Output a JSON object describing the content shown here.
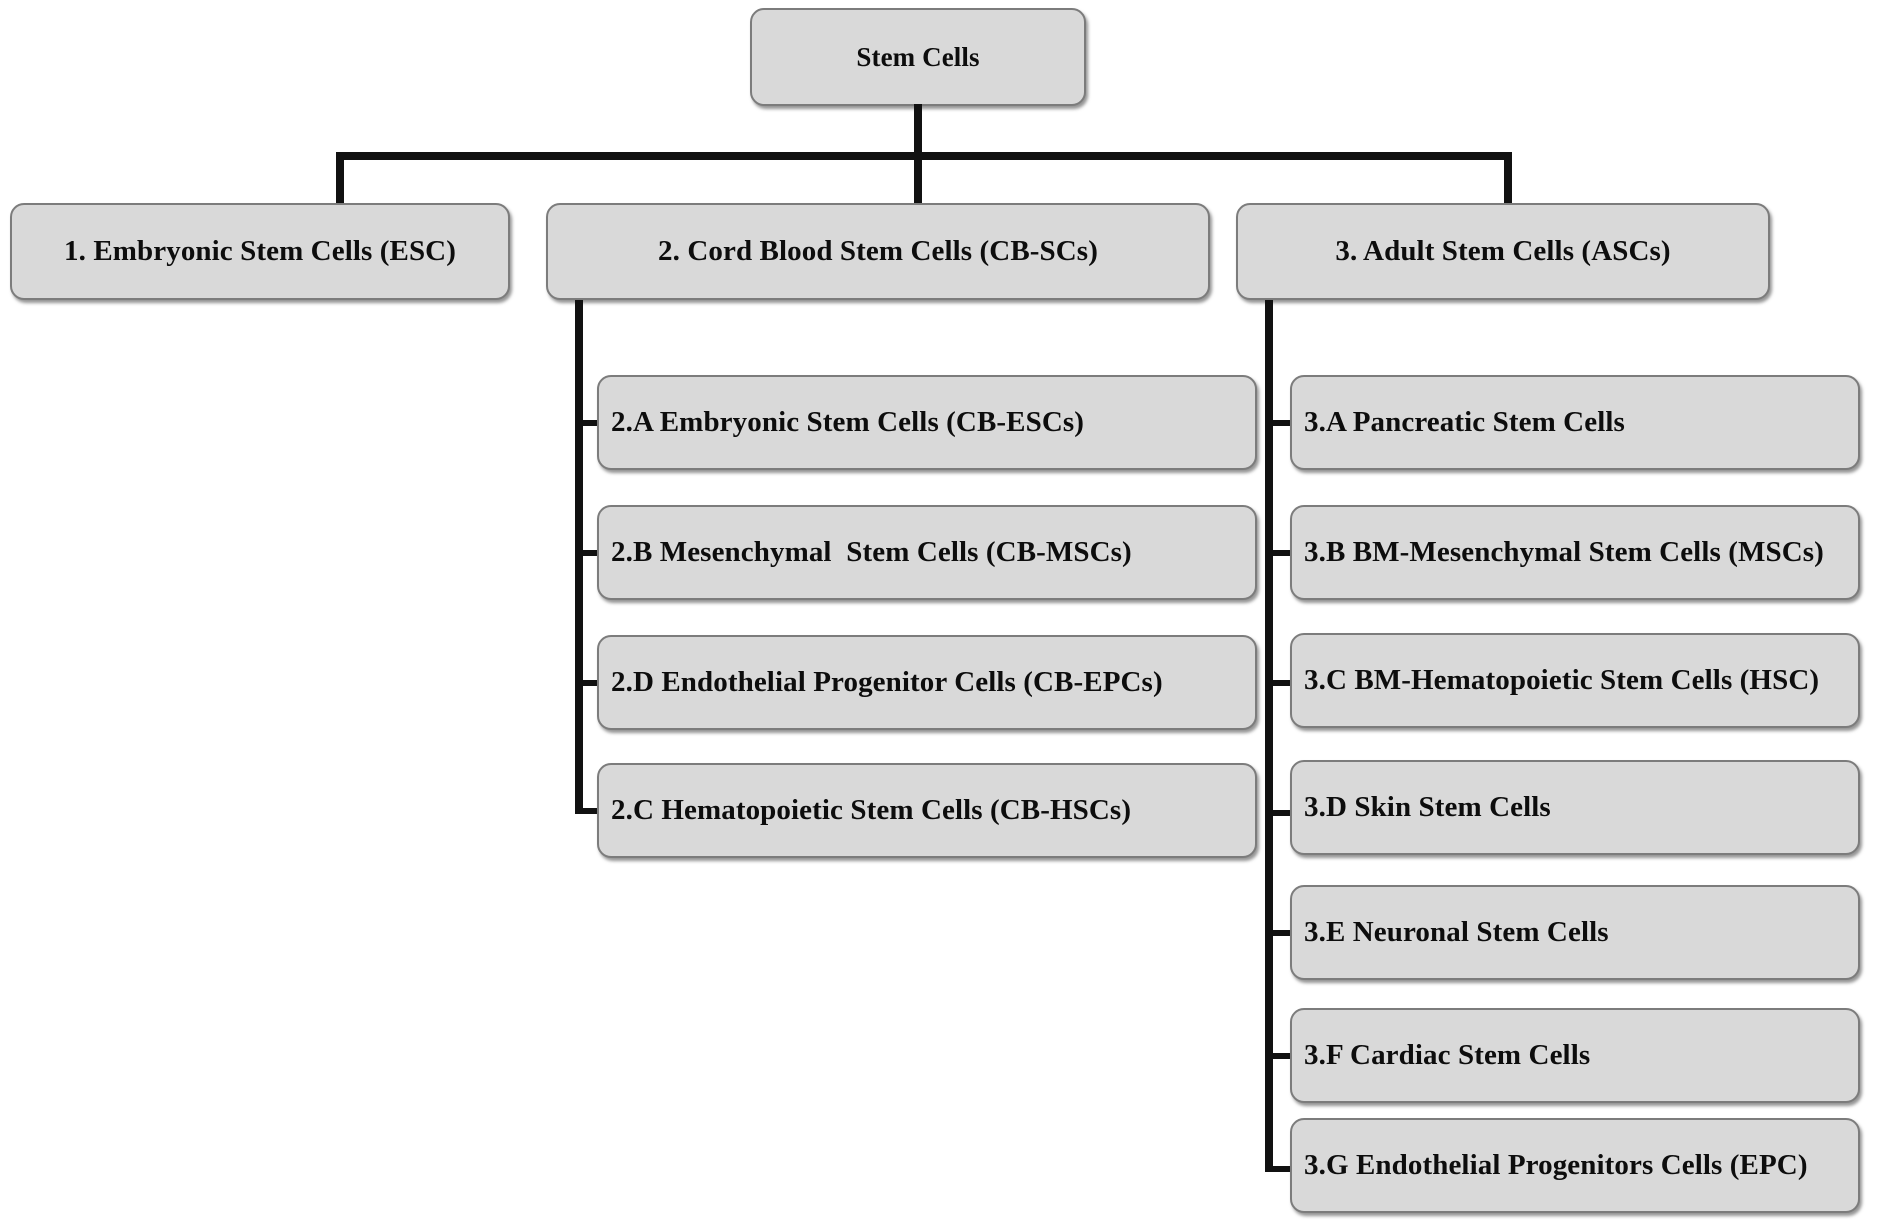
{
  "diagram": {
    "type": "hierarchy-tree",
    "title": "Stem Cells classification",
    "colors": {
      "node_fill": "#d9d9d9",
      "node_border": "#7c7c7c",
      "connector": "#111111",
      "text": "#0d0d0d",
      "background": "#ffffff"
    },
    "root": {
      "label": "Stem Cells"
    },
    "level2": [
      {
        "label": "1. Embryonic Stem Cells (ESC)"
      },
      {
        "label": "2. Cord Blood Stem Cells (CB-SCs)"
      },
      {
        "label": "3. Adult Stem Cells (ASCs)"
      }
    ],
    "cord_blood_children": [
      {
        "label": "2.A Embryonic Stem Cells (CB-ESCs)"
      },
      {
        "label": "2.B Mesenchymal  Stem Cells (CB-MSCs)"
      },
      {
        "label": "2.D Endothelial Progenitor Cells (CB-EPCs)"
      },
      {
        "label": "2.C Hematopoietic Stem Cells (CB-HSCs)"
      }
    ],
    "adult_children": [
      {
        "label": "3.A Pancreatic Stem Cells"
      },
      {
        "label": "3.B BM-Mesenchymal Stem Cells (MSCs)"
      },
      {
        "label": "3.C BM-Hematopoietic Stem Cells (HSC)"
      },
      {
        "label": "3.D Skin Stem Cells"
      },
      {
        "label": "3.E Neuronal Stem Cells"
      },
      {
        "label": "3.F Cardiac Stem Cells"
      },
      {
        "label": "3.G Endothelial Progenitors Cells (EPC)"
      }
    ]
  }
}
